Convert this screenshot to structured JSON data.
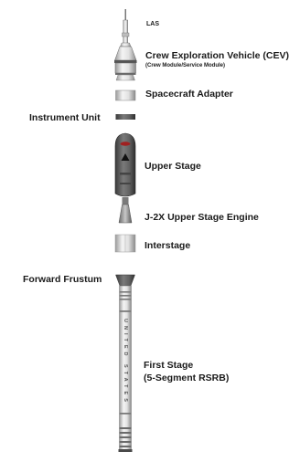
{
  "labels": {
    "las": "LAS",
    "cev": "Crew Exploration Vehicle (CEV)",
    "cev_sub": "(Crew Module/Service Module)",
    "spacecraft_adapter": "Spacecraft Adapter",
    "instrument_unit": "Instrument Unit",
    "upper_stage": "Upper Stage",
    "j2x_engine": "J-2X Upper Stage Engine",
    "interstage": "Interstage",
    "forward_frustum": "Forward Frustum",
    "first_stage_line1": "First Stage",
    "first_stage_line2": "(5-Segment RSRB)"
  },
  "stage_markings": {
    "united_states": "UNITED STATES"
  },
  "colors": {
    "label_text": "#1a1a1a",
    "background": "#ffffff",
    "upper_stage_body": "#5b5b5b",
    "booster_body": "#d8d8d8",
    "ring_dark": "#6a6a6a"
  }
}
